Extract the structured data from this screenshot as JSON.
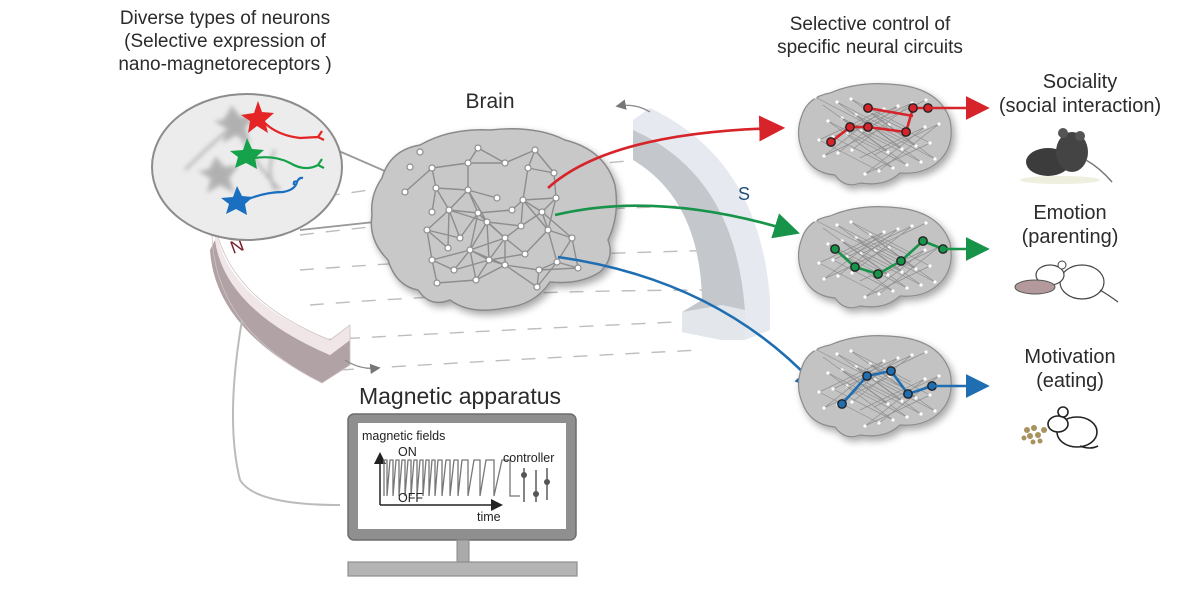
{
  "titles": {
    "neurons": [
      "Diverse types of neurons",
      "(Selective expression of",
      "nano-magnetoreceptors )"
    ],
    "brain": "Brain",
    "control": [
      "Selective control of",
      "specific neural circuits"
    ],
    "apparatus": "Magnetic apparatus"
  },
  "magnet": {
    "north_label": "N",
    "south_label": "S",
    "north_color": "#7a1e2e",
    "south_color": "#1f4f7a"
  },
  "screen": {
    "heading": "magnetic fields",
    "on_label": "ON",
    "off_label": "OFF",
    "time_label": "time",
    "controller_label": "controller"
  },
  "circuits": [
    {
      "id": "sociality",
      "color": "#d7242a",
      "outcome": [
        "Sociality",
        "(social interaction)"
      ],
      "icon": "social-mice-icon"
    },
    {
      "id": "emotion",
      "color": "#17934a",
      "outcome": [
        "Emotion",
        "(parenting)"
      ],
      "icon": "parenting-mouse-icon"
    },
    {
      "id": "motivation",
      "color": "#1f6eb2",
      "outcome": [
        "Motivation",
        "(eating)"
      ],
      "icon": "eating-mouse-icon"
    }
  ],
  "neuron_types": [
    {
      "color": "#e52425"
    },
    {
      "color": "#16a24a"
    },
    {
      "color": "#1a6fc1"
    }
  ]
}
